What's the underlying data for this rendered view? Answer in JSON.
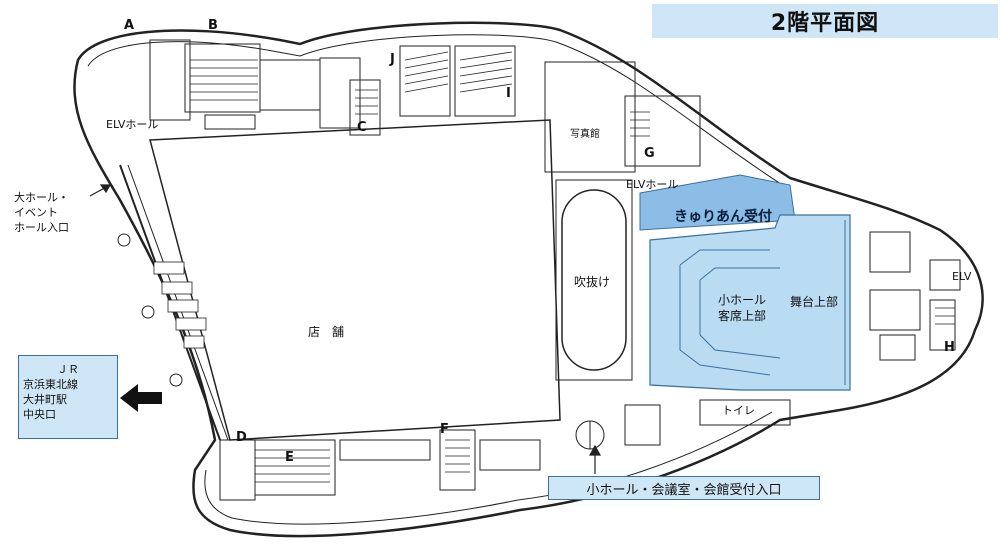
{
  "title": "2階平面図",
  "labels": {
    "elv_hall_left": "ELVホール",
    "elv_hall_right": "ELVホール",
    "photo_studio": "写真館",
    "fukinuke": "吹抜け",
    "store": "店　舗",
    "small_hall_seats_line1": "小ホール",
    "small_hall_seats_line2": "客席上部",
    "stage_top": "舞台上部",
    "kyurian": "きゅりあん受付",
    "toilet": "トイレ",
    "elv": "ELV"
  },
  "big_hall_entrance": [
    "大ホール・",
    "イベント",
    "ホール入口"
  ],
  "jr_box": [
    "ＪＲ",
    "京浜東北線",
    "大井町駅",
    "中央口"
  ],
  "small_hall_entrance": "小ホール・会議室・会館受付入口",
  "stairs": [
    "A",
    "B",
    "J",
    "I",
    "C",
    "G",
    "D",
    "E",
    "F",
    "H"
  ],
  "colors": {
    "title_bg": "#cfe6f6",
    "highlight_blue": "#b9dcf3",
    "highlight_blue_dark": "#8cbde6",
    "wall": "#222222"
  }
}
